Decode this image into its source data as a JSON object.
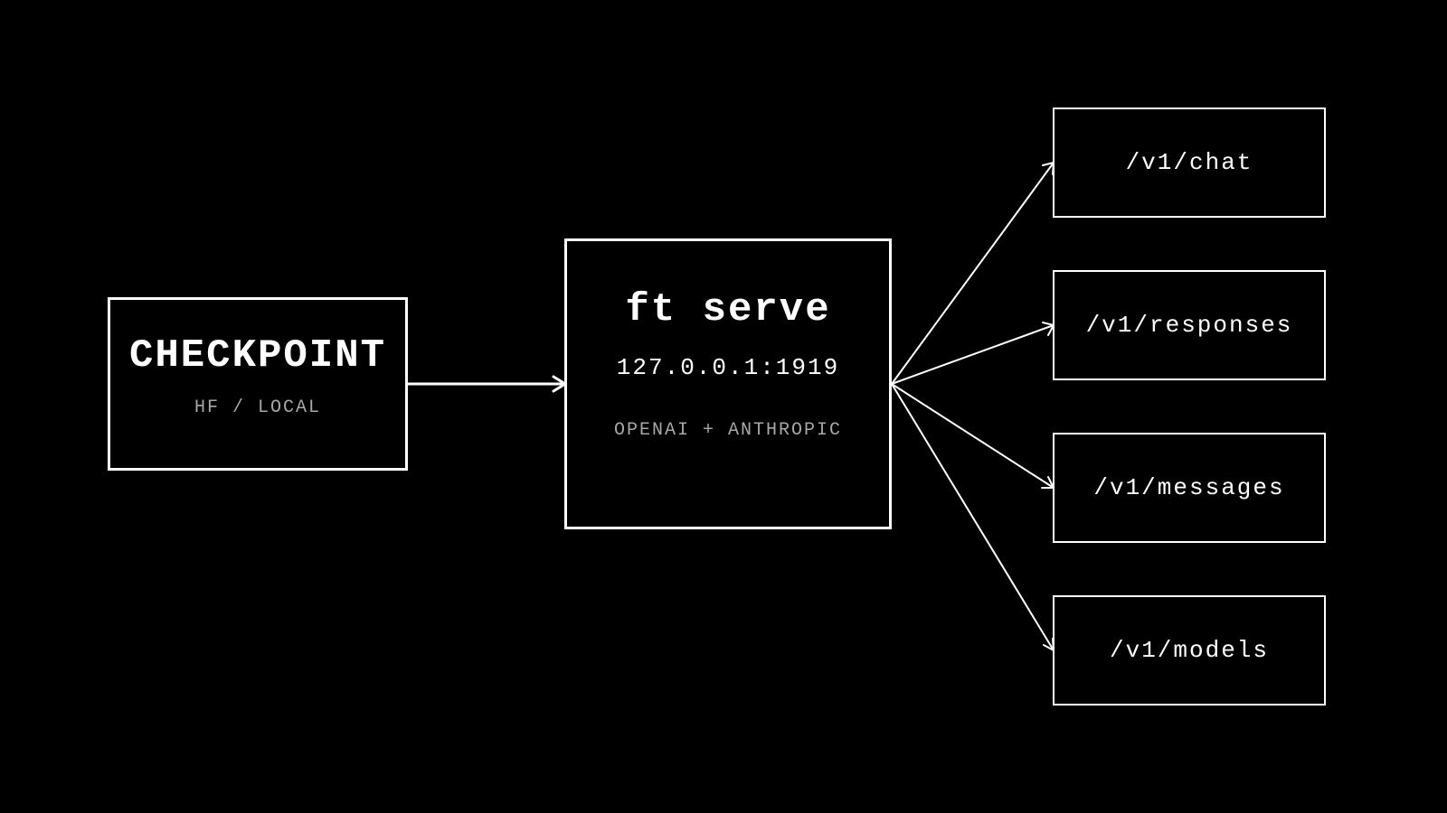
{
  "checkpoint": {
    "title": "CHECKPOINT",
    "subtitle": "HF / LOCAL"
  },
  "server": {
    "title": "ft serve",
    "address": "127.0.0.1:1919",
    "subtitle": "OPENAI + ANTHROPIC"
  },
  "endpoints": [
    {
      "label": "/v1/chat"
    },
    {
      "label": "/v1/responses"
    },
    {
      "label": "/v1/messages"
    },
    {
      "label": "/v1/models"
    }
  ],
  "colors": {
    "background": "#000000",
    "stroke": "#ffffff",
    "dim_text": "#a8a8a8"
  }
}
